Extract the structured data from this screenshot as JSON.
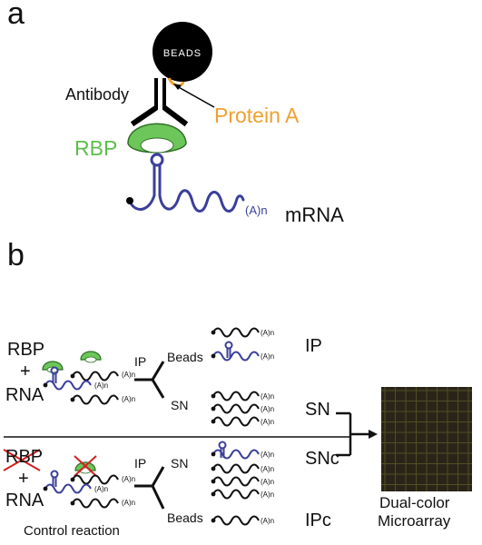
{
  "panel_a": {
    "letter": "a",
    "beads": "BEADS",
    "antibody": "Antibody",
    "protein_a": "Protein A",
    "rbp": "RBP",
    "polyA": "(A)n",
    "mrna": "mRNA"
  },
  "panel_b": {
    "letter": "b",
    "rbp": "RBP",
    "plus": "+",
    "rna": "RNA",
    "ip_arrow": "IP",
    "beads": "Beads",
    "sn": "SN",
    "polyA": "(A)n",
    "out_ip": "IP",
    "out_sn": "SN",
    "out_snc": "SNc",
    "rbp_crossed": "RBP",
    "plus_control": "+",
    "rna_control": "RNA",
    "ip_control_arrow": "IP",
    "sn_control": "SN",
    "beads_control": "Beads",
    "out_ipc": "IPc",
    "control_reaction": "Control reaction",
    "microarray_line1": "Dual-color",
    "microarray_line2": "Microarray"
  },
  "colors": {
    "rbp_green": "#5bbf4a",
    "protein_a_orange": "#f0a030",
    "rna_blue": "#3b3f9a",
    "cross_red": "#d42020",
    "microarray_dark": "#2a2418",
    "microarray_green": "#4a5a20"
  }
}
